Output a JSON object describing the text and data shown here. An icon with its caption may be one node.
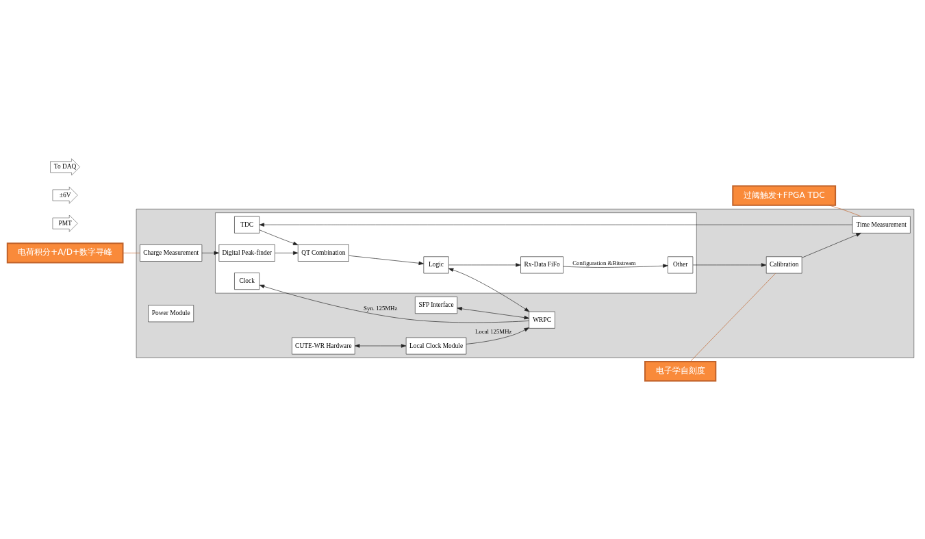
{
  "diagram": {
    "nodes": [
      {
        "text": [],
        "shape": "box"
      },
      {
        "text": [],
        "shape": "box",
        "in": 0
      },
      {
        "text": [
          "Charge Measurement"
        ],
        "in": 0
      },
      {
        "text": [
          "Time Measurement"
        ],
        "in": 0
      },
      {
        "text": [
          "Calibration"
        ],
        "in": 0
      },
      {
        "text": [
          "Power Module"
        ],
        "in": 0
      },
      {
        "text": [
          "Digital Peak-finder"
        ],
        "in": 1
      },
      {
        "text": [
          "TDC"
        ],
        "in": 1
      },
      {
        "text": [
          "QT Combination"
        ],
        "in": 1
      },
      {
        "text": [
          "Logic"
        ],
        "in": 1
      },
      {
        "text": [
          "Rx-Data FiFo"
        ],
        "in": 1
      },
      {
        "text": [
          "Other"
        ],
        "in": 1
      },
      {
        "text": [
          "Clock"
        ],
        "in": 1
      },
      {
        "text": [
          "SFP Interface"
        ],
        "in": 0
      },
      {
        "text": [
          "WRPC"
        ],
        "in": 0
      },
      {
        "text": [
          "CUTE-WR Hardware"
        ],
        "in": 0
      },
      {
        "text": [
          "Local Clock Module"
        ],
        "in": 0
      },
      {
        "text": [
          "PMT"
        ]
      },
      {
        "text": [
          "±6V"
        ]
      },
      {
        "text": [
          "To DAQ"
        ]
      },
      {
        "text": [
          "电荷积分+A/D+数字寻峰"
        ]
      },
      {
        "text": [
          "过阈触发+FPGA TDC"
        ]
      },
      {
        "text": [
          "电子学自刻度"
        ]
      }
    ],
    "edges": [
      {
        "from": 2,
        "to": 6,
        "arrow": "to"
      },
      {
        "from": 3,
        "to": 7,
        "arrow": "to"
      },
      {
        "from": 6,
        "to": 8,
        "arrow": "to"
      },
      {
        "from": 7,
        "to": 8,
        "arrow": "to"
      },
      {
        "from": 8,
        "to": 9,
        "arrow": "to"
      },
      {
        "from": 9,
        "to": 10,
        "arrow": "to"
      },
      {
        "from": 9,
        "to": 14,
        "arrow": "both"
      },
      {
        "from": 10,
        "to": 11,
        "arrow": "to",
        "label": "Configuration &Bitstream"
      },
      {
        "from": 11,
        "to": 4,
        "arrow": "to"
      },
      {
        "from": 4,
        "to": 3,
        "arrow": "to"
      },
      {
        "from": 13,
        "to": 14,
        "arrow": "both"
      },
      {
        "from": 14,
        "to": 12,
        "arrow": "to",
        "label": "Syn. 125MHz"
      },
      {
        "from": 16,
        "to": 14,
        "arrow": "to",
        "label": "Local 125MHz"
      },
      {
        "from": 15,
        "to": 16,
        "arrow": "both"
      },
      {
        "from": 20,
        "to": 2,
        "arrow": "none",
        "color": "#c0622a"
      },
      {
        "from": 21,
        "to": 3,
        "arrow": "none",
        "color": "#c0622a"
      },
      {
        "from": 22,
        "to": 4,
        "arrow": "none",
        "color": "#c0622a"
      }
    ]
  }
}
